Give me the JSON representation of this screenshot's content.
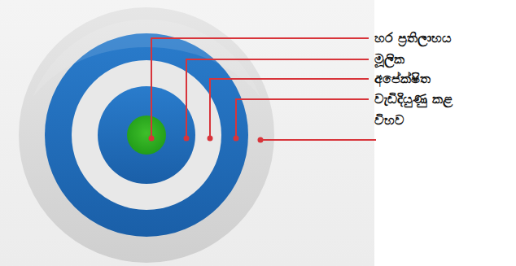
{
  "diagram": {
    "labels": [
      "හර ප්‍රතිලාභය",
      "මූලික",
      "අපේක්ෂිත",
      "වැඩිදියුණු කළ",
      "විභව"
    ]
  }
}
